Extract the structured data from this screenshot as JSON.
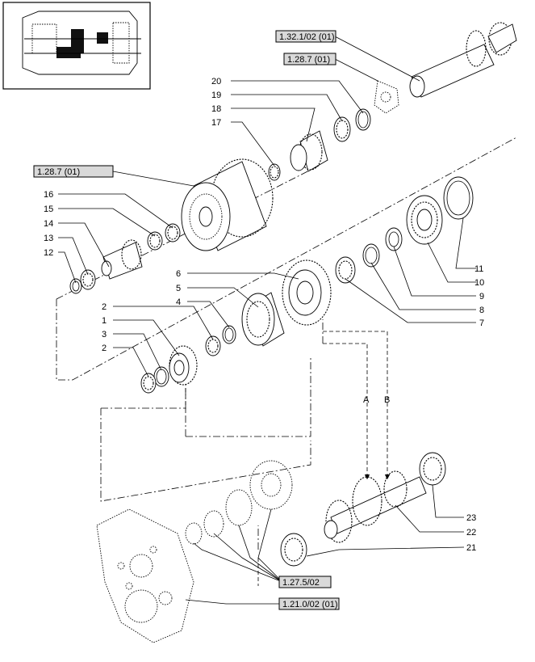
{
  "callouts": [
    "1",
    "2",
    "3",
    "2",
    "4",
    "5",
    "6",
    "7",
    "8",
    "9",
    "10",
    "11",
    "12",
    "13",
    "14",
    "15",
    "16",
    "17",
    "18",
    "19",
    "20",
    "21",
    "22",
    "23"
  ],
  "references": [
    "1.32.1/02 (01)",
    "1.28.7 (01)",
    "1.28.7 (01)",
    "1.27.5/02",
    "1.21.0/02 (01)"
  ],
  "flow_letters": [
    "A",
    "B"
  ],
  "icons": {
    "inset": "transmission-locator-icon"
  }
}
